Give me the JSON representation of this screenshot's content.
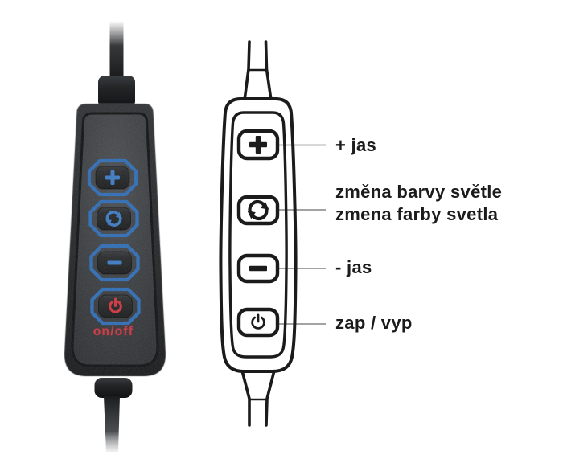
{
  "photo_remote": {
    "onoff_label": "on/off",
    "buttons": [
      {
        "icon": "plus-icon"
      },
      {
        "icon": "color-cycle-icon"
      },
      {
        "icon": "minus-icon"
      },
      {
        "icon": "power-icon"
      }
    ],
    "colors": {
      "button_outline_blue": "#2e6cb5",
      "glyph_blue": "#3c7ac4",
      "power_glyph_red": "#d2333b",
      "onoff_text_red": "#c4424b"
    }
  },
  "diagram": {
    "ink_color": "#1b1b1b",
    "leader_color": "#969696",
    "buttons": [
      {
        "icon": "plus-icon",
        "label": "+ jas"
      },
      {
        "icon": "color-cycle-icon",
        "label_line1": "změna barvy světle",
        "label_line2": "zmena farby svetla"
      },
      {
        "icon": "minus-icon",
        "label": "- jas"
      },
      {
        "icon": "power-icon",
        "label": "zap / vyp"
      }
    ]
  }
}
